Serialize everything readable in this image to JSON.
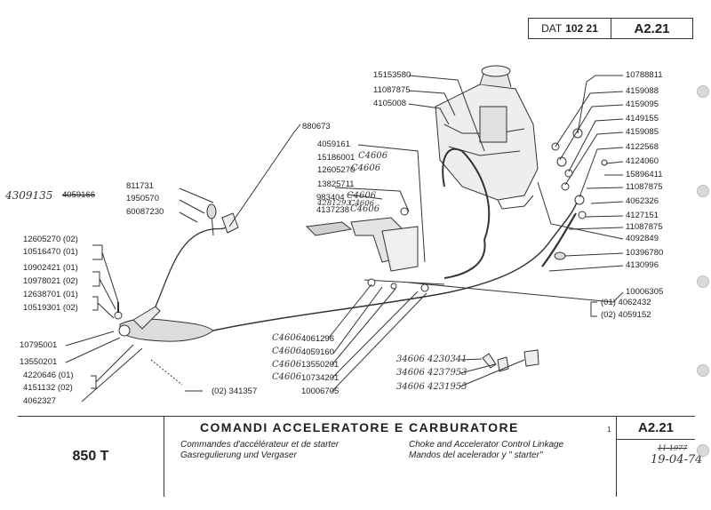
{
  "header": {
    "dat_label": "DAT",
    "dat_value": "102 21",
    "code": "A2.21"
  },
  "parts_left": {
    "handwritten_4309135": "4309135",
    "struck_4059166": "4059166",
    "p811731": "811731",
    "p1950570": "1950570",
    "p60087230": "60087230",
    "p12605270": "12605270",
    "p12605270_note": "(02)",
    "p10516470": "10516470",
    "p10516470_note": "(01)",
    "p10902421": "10902421",
    "p10902421_note": "(01)",
    "p10978021": "10978021",
    "p10978021_note": "(02)",
    "p12638701": "12638701",
    "p12638701_note": "(01)",
    "p10519301": "10519301",
    "p10519301_note": "(02)",
    "p10795001": "10795001",
    "p13550201": "13550201",
    "p4220646": "4220646",
    "p4220646_note": "(01)",
    "p4151132": "4151132",
    "p4151132_note": "(02)",
    "p4062327": "4062327",
    "p341357": "(02)  341357"
  },
  "parts_center": {
    "p880673": "880673",
    "p4059161": "4059161",
    "p15186001": "15186001",
    "p12605270b": "12605270",
    "p13825711": "13825711",
    "p983404": "983404",
    "p4137238": "4137238",
    "p4061296": "4061296",
    "p4059160": "4059160",
    "p13550201b": "13550201",
    "p10734201": "10734201",
    "p10006705": "10006705",
    "p15153580": "15153580",
    "p11087875a": "11087875",
    "p4105008": "4105008"
  },
  "handwritten": {
    "c4606": "C4606",
    "h1": "C4606",
    "h2": "C4606",
    "h3": "C4606",
    "h4": "C4606",
    "h5": "C4606",
    "h6": "C4606",
    "h7": "C4606",
    "h8": "C4606",
    "h9": "C4606",
    "h_4281293": "4281293",
    "r1": "34606 4230341",
    "r2": "34606 4237953",
    "r3": "34606 4231955"
  },
  "parts_right": {
    "p10788811": "10788811",
    "p4159088": "4159088",
    "p4159095": "4159095",
    "p4149155": "4149155",
    "p4159085": "4159085",
    "p4122568": "4122568",
    "p4124060": "4124060",
    "p15896411": "15896411",
    "p11087875b": "11087875",
    "p4062326": "4062326",
    "p4127151": "4127151",
    "p11087875c": "11087875",
    "p4092849": "4092849",
    "p10396780": "10396780",
    "p4130996": "4130996",
    "p10006305": "10006305",
    "p4062432": "4062432",
    "p4062432_note": "(01)",
    "p4059152": "4059152",
    "p4059152_note": "(02)"
  },
  "footer": {
    "model": "850 T",
    "title": "COMANDI ACCELERATORE E CARBURATORE",
    "fr": "Commandes d'accélérateur et de starter",
    "de": "Gasregulierung und Vergaser",
    "en": "Choke and Accelerator Control Linkage",
    "es": "Mandos del acelerador y \" starter\"",
    "page_mark": "1",
    "code": "A2.21",
    "sig_struck": "11-1977",
    "sig_date": "19-04-74"
  }
}
